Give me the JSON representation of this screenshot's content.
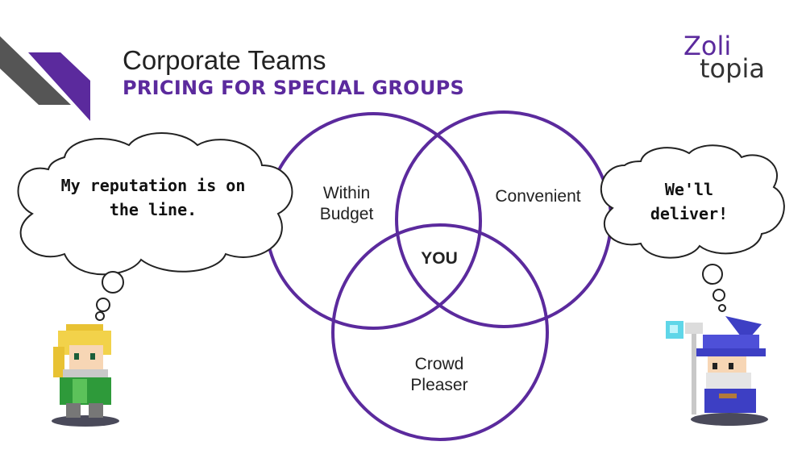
{
  "header": {
    "title": "Corporate Teams",
    "subtitle": "PRICING FOR SPECIAL GROUPS"
  },
  "logo": {
    "line1": "Zoli",
    "line2": "topia"
  },
  "venn": {
    "sets": [
      "Within Budget",
      "Convenient",
      "Crowd Pleaser"
    ],
    "label_budget": "Within\nBudget",
    "label_convenient": "Convenient",
    "label_crowd": "Crowd\nPleaser",
    "label_center": "YOU"
  },
  "bubbles": {
    "left": "My reputation is on the line.",
    "right": "We'll deliver!"
  },
  "characters": {
    "left": "elf-warrior-sprite",
    "right": "wizard-sprite"
  },
  "colors": {
    "accent": "#5b2a9d",
    "corner_gray": "#555555"
  }
}
